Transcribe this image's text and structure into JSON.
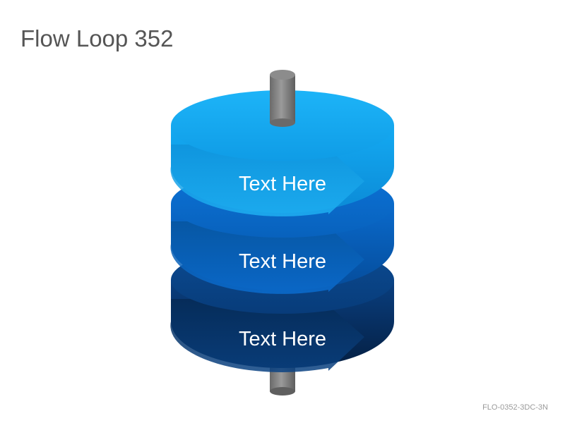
{
  "title": "Flow Loop 352",
  "footer_code": "FLO-0352-3DC-3N",
  "layers": [
    {
      "label": "Text Here",
      "color": "#12a6ee"
    },
    {
      "label": "Text Here",
      "color": "#0a66c8"
    },
    {
      "label": "Text Here",
      "color": "#083a78"
    }
  ],
  "colors": {
    "axle": "#7d7d7d",
    "title": "#555555",
    "footer": "#9a9a9a"
  }
}
